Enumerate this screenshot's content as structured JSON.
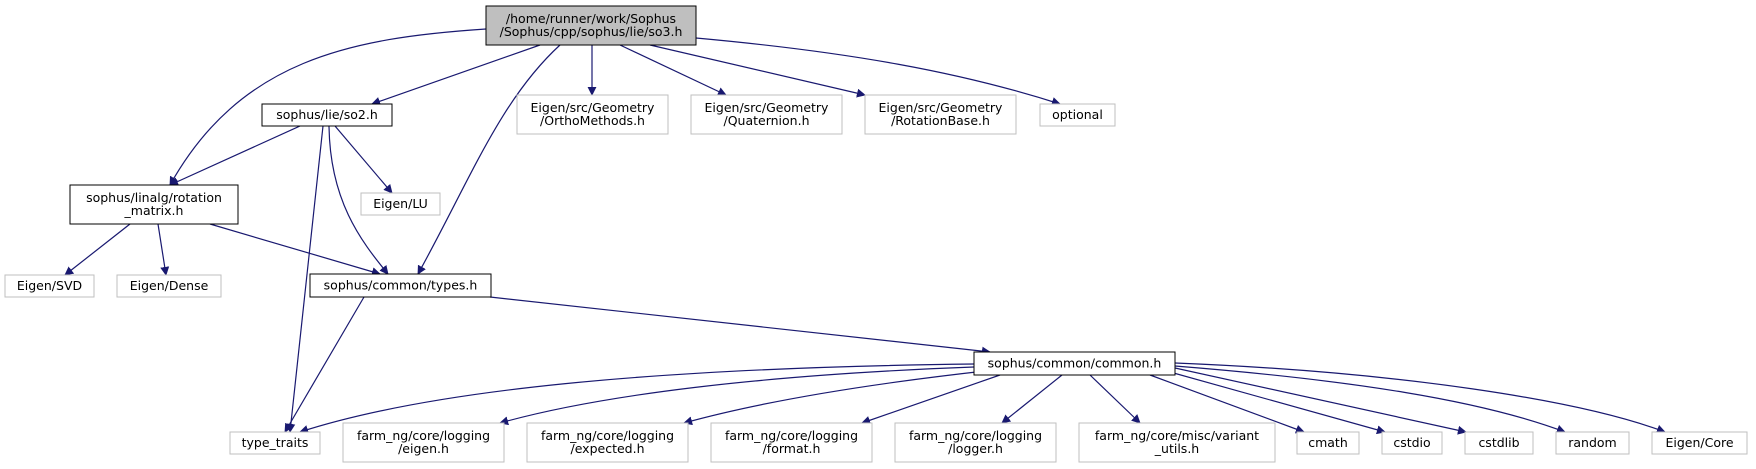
{
  "colors": {
    "edge": "#191970",
    "root_fill": "#bfbfbf",
    "root_stroke": "#000000",
    "local_stroke": "#000000",
    "external_stroke": "#bfbfbf",
    "node_fill": "#ffffff"
  },
  "nodes": [
    {
      "id": "so3",
      "kind": "root",
      "lines": [
        "/home/runner/work/Sophus",
        "/Sophus/cpp/sophus/lie/so3.h"
      ]
    },
    {
      "id": "so2",
      "kind": "local",
      "lines": [
        "sophus/lie/so2.h"
      ]
    },
    {
      "id": "ortho",
      "kind": "external",
      "lines": [
        "Eigen/src/Geometry",
        "/OrthoMethods.h"
      ]
    },
    {
      "id": "quat",
      "kind": "external",
      "lines": [
        "Eigen/src/Geometry",
        "/Quaternion.h"
      ]
    },
    {
      "id": "rotbase",
      "kind": "external",
      "lines": [
        "Eigen/src/Geometry",
        "/RotationBase.h"
      ]
    },
    {
      "id": "optional",
      "kind": "external",
      "lines": [
        "optional"
      ]
    },
    {
      "id": "rotmat",
      "kind": "local",
      "lines": [
        "sophus/linalg/rotation",
        "_matrix.h"
      ]
    },
    {
      "id": "eigenlu",
      "kind": "external",
      "lines": [
        "Eigen/LU"
      ]
    },
    {
      "id": "svd",
      "kind": "external",
      "lines": [
        "Eigen/SVD"
      ]
    },
    {
      "id": "dense",
      "kind": "external",
      "lines": [
        "Eigen/Dense"
      ]
    },
    {
      "id": "types",
      "kind": "local",
      "lines": [
        "sophus/common/types.h"
      ]
    },
    {
      "id": "common",
      "kind": "local",
      "lines": [
        "sophus/common/common.h"
      ]
    },
    {
      "id": "type_traits",
      "kind": "external",
      "lines": [
        "type_traits"
      ]
    },
    {
      "id": "log_eigen",
      "kind": "external",
      "lines": [
        "farm_ng/core/logging",
        "/eigen.h"
      ]
    },
    {
      "id": "log_expected",
      "kind": "external",
      "lines": [
        "farm_ng/core/logging",
        "/expected.h"
      ]
    },
    {
      "id": "log_format",
      "kind": "external",
      "lines": [
        "farm_ng/core/logging",
        "/format.h"
      ]
    },
    {
      "id": "log_logger",
      "kind": "external",
      "lines": [
        "farm_ng/core/logging",
        "/logger.h"
      ]
    },
    {
      "id": "variant",
      "kind": "external",
      "lines": [
        "farm_ng/core/misc/variant",
        "_utils.h"
      ]
    },
    {
      "id": "cmath",
      "kind": "external",
      "lines": [
        "cmath"
      ]
    },
    {
      "id": "cstdio",
      "kind": "external",
      "lines": [
        "cstdio"
      ]
    },
    {
      "id": "cstdlib",
      "kind": "external",
      "lines": [
        "cstdlib"
      ]
    },
    {
      "id": "random",
      "kind": "external",
      "lines": [
        "random"
      ]
    },
    {
      "id": "eigencore",
      "kind": "external",
      "lines": [
        "Eigen/Core"
      ]
    }
  ],
  "edges": [
    {
      "from": "so3",
      "to": "rotmat"
    },
    {
      "from": "so3",
      "to": "so2"
    },
    {
      "from": "so3",
      "to": "types"
    },
    {
      "from": "so3",
      "to": "ortho"
    },
    {
      "from": "so3",
      "to": "quat"
    },
    {
      "from": "so3",
      "to": "rotbase"
    },
    {
      "from": "so3",
      "to": "optional"
    },
    {
      "from": "so2",
      "to": "rotmat"
    },
    {
      "from": "so2",
      "to": "type_traits"
    },
    {
      "from": "so2",
      "to": "types"
    },
    {
      "from": "so2",
      "to": "eigenlu"
    },
    {
      "from": "rotmat",
      "to": "svd"
    },
    {
      "from": "rotmat",
      "to": "dense"
    },
    {
      "from": "rotmat",
      "to": "types"
    },
    {
      "from": "types",
      "to": "type_traits"
    },
    {
      "from": "types",
      "to": "common"
    },
    {
      "from": "common",
      "to": "type_traits"
    },
    {
      "from": "common",
      "to": "log_eigen"
    },
    {
      "from": "common",
      "to": "log_expected"
    },
    {
      "from": "common",
      "to": "log_format"
    },
    {
      "from": "common",
      "to": "log_logger"
    },
    {
      "from": "common",
      "to": "variant"
    },
    {
      "from": "common",
      "to": "cmath"
    },
    {
      "from": "common",
      "to": "cstdio"
    },
    {
      "from": "common",
      "to": "cstdlib"
    },
    {
      "from": "common",
      "to": "random"
    },
    {
      "from": "common",
      "to": "eigencore"
    }
  ]
}
